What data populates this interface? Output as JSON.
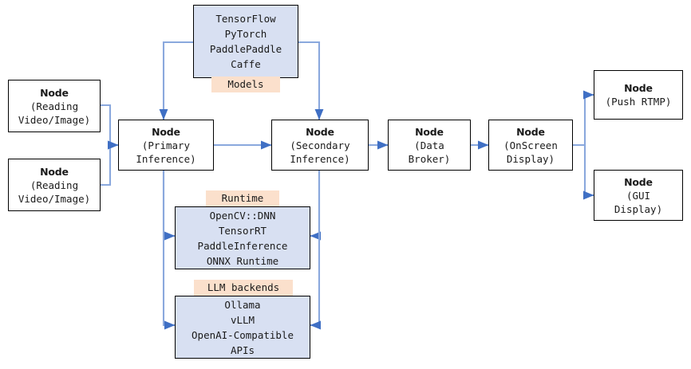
{
  "diagram": {
    "type": "flowchart",
    "orientation": "left-to-right",
    "colors": {
      "node_fill": "#ffffff",
      "node_border": "#000000",
      "stack_fill": "#d8e0f2",
      "tag_fill": "#fbe0cc",
      "edge": "#6a8fd4",
      "text": "#1a1a1a"
    },
    "nodes": [
      {
        "id": "reading1",
        "title": "Node",
        "sub": "(Reading\nVideo/Image)"
      },
      {
        "id": "reading2",
        "title": "Node",
        "sub": "(Reading\nVideo/Image)"
      },
      {
        "id": "primary",
        "title": "Node",
        "sub": "(Primary\nInference)"
      },
      {
        "id": "secondary",
        "title": "Node",
        "sub": "(Secondary\nInference)"
      },
      {
        "id": "broker",
        "title": "Node",
        "sub": "(Data\nBroker)"
      },
      {
        "id": "osd",
        "title": "Node",
        "sub": "(OnScreen\nDisplay)"
      },
      {
        "id": "rtmp",
        "title": "Node",
        "sub": "(Push RTMP)"
      },
      {
        "id": "gui",
        "title": "Node",
        "sub": "(GUI\nDisplay)"
      }
    ],
    "stacks": [
      {
        "id": "models",
        "tag": "Models",
        "items": [
          "TensorFlow",
          "PyTorch",
          "PaddlePaddle",
          "Caffe"
        ],
        "text": "TensorFlow\nPyTorch\nPaddlePaddle\nCaffe"
      },
      {
        "id": "runtime",
        "tag": "Runtime",
        "items": [
          "OpenCV::DNN",
          "TensorRT",
          "PaddleInference",
          "ONNX Runtime"
        ],
        "text": "OpenCV::DNN\nTensorRT\nPaddleInference\nONNX Runtime"
      },
      {
        "id": "llm",
        "tag": "LLM backends",
        "items": [
          "Ollama",
          "vLLM",
          "OpenAI-Compatible",
          "APIs"
        ],
        "text": "Ollama\nvLLM\nOpenAI-Compatible\nAPIs"
      }
    ],
    "edges": [
      {
        "from": "reading1",
        "to": "primary"
      },
      {
        "from": "reading2",
        "to": "primary"
      },
      {
        "from": "models",
        "to": "primary"
      },
      {
        "from": "models",
        "to": "secondary"
      },
      {
        "from": "primary",
        "to": "secondary"
      },
      {
        "from": "primary",
        "to": "runtime"
      },
      {
        "from": "primary",
        "to": "llm"
      },
      {
        "from": "secondary",
        "to": "runtime"
      },
      {
        "from": "secondary",
        "to": "llm"
      },
      {
        "from": "secondary",
        "to": "broker"
      },
      {
        "from": "broker",
        "to": "osd"
      },
      {
        "from": "osd",
        "to": "rtmp"
      },
      {
        "from": "osd",
        "to": "gui"
      }
    ]
  }
}
